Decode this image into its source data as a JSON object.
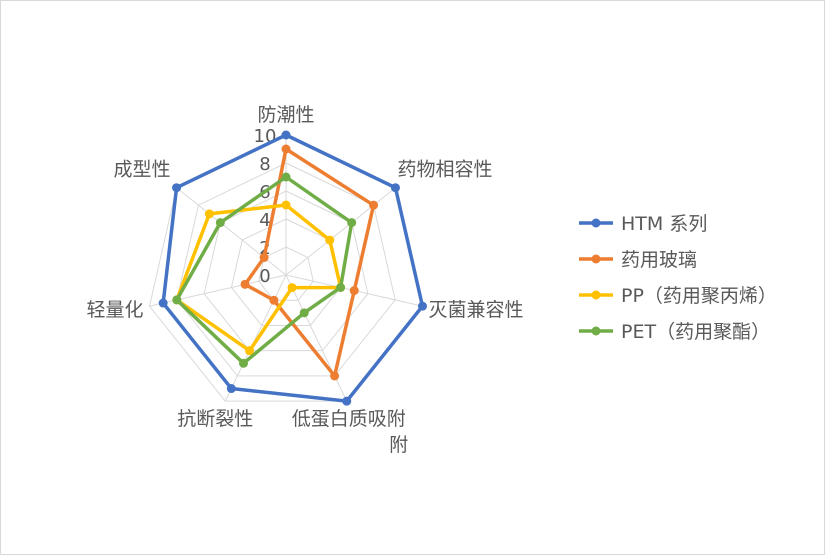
{
  "chart_data": {
    "type": "radar",
    "title": "",
    "categories": [
      "防潮性",
      "药物相容性",
      "灭菌兼容性",
      "低蛋白质吸附",
      "抗断裂性",
      "轻量化",
      "成型性"
    ],
    "category_lines": [
      [
        "防潮性"
      ],
      [
        "药物相容性"
      ],
      [
        "灭菌兼容性"
      ],
      [
        "低蛋白质吸附",
        "附"
      ],
      [
        "抗断裂性"
      ],
      [
        "轻量化"
      ],
      [
        "成型性"
      ]
    ],
    "rlim": [
      0,
      10
    ],
    "ticks": [
      "0",
      "2",
      "4",
      "6",
      "8",
      "10"
    ],
    "tick_values": [
      0,
      2,
      4,
      6,
      8,
      10
    ],
    "grid": true,
    "legend_position": "right",
    "series": [
      {
        "name": "HTM 系列",
        "color": "#4472C4",
        "values": [
          10,
          10,
          10,
          10,
          9,
          9,
          10
        ]
      },
      {
        "name": "药用玻璃",
        "color": "#ED7D31",
        "values": [
          9,
          8,
          5,
          8,
          2,
          3,
          2
        ]
      },
      {
        "name": "PP（药用聚丙烯）",
        "color": "#FFC000",
        "values": [
          5,
          4,
          4,
          1,
          6,
          8,
          7
        ]
      },
      {
        "name": "PET（药用聚酯）",
        "color": "#70AD47",
        "values": [
          7,
          6,
          4,
          3,
          7,
          8,
          6
        ]
      }
    ]
  }
}
